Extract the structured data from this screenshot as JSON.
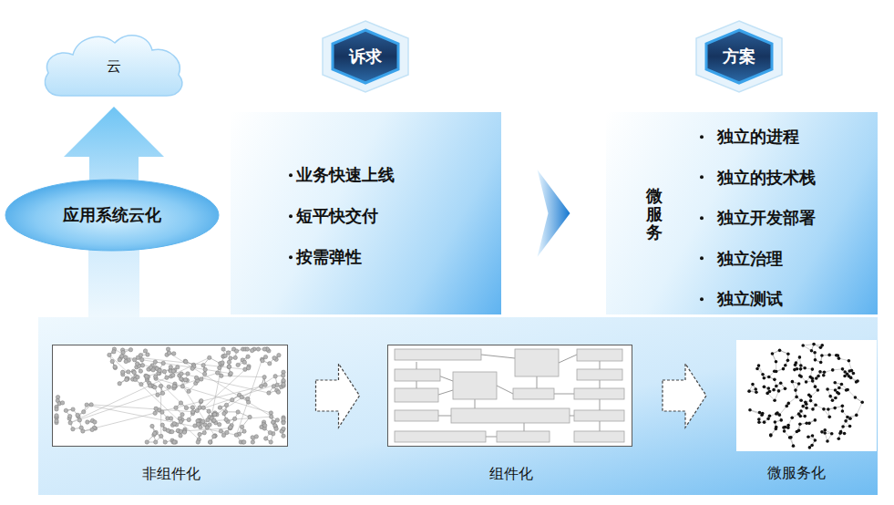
{
  "diagram": {
    "nodes": [
      {
        "text": [
          "云"
        ]
      },
      {
        "text": [
          "诉求"
        ]
      },
      {
        "text": [
          "业务快速上线",
          "短平快交付",
          "按需弹性"
        ]
      },
      {
        "text": [
          "方案"
        ]
      },
      {
        "text": [
          "微服务",
          "独立的进程",
          "独立的技术栈",
          "独立开发部署",
          "独立治理",
          "独立测试"
        ]
      },
      {
        "text": [
          "应用系统云化"
        ]
      },
      {
        "text": [
          "非组件化"
        ]
      },
      {
        "text": [
          "组件化"
        ]
      },
      {
        "text": [
          "微服务化"
        ]
      }
    ],
    "edges": [
      {
        "from": 5,
        "to": 0,
        "arrow": "to"
      },
      {
        "from": 2,
        "to": 4,
        "arrow": "to"
      },
      {
        "from": 6,
        "to": 7,
        "arrow": "to"
      },
      {
        "from": 7,
        "to": 8,
        "arrow": "to"
      }
    ]
  }
}
